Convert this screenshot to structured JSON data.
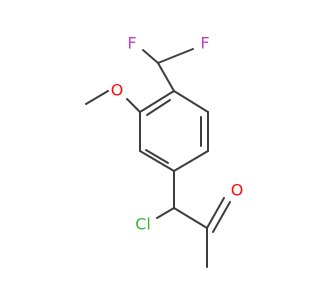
{
  "molecule": {
    "atoms": {
      "f_left": "F",
      "f_right": "F",
      "o_methoxy": "O",
      "cl": "Cl",
      "o_carbonyl": "O"
    },
    "colors": {
      "bond": "#3d3d3d",
      "fluorine": "#c040c0",
      "oxygen": "#ff0d0d",
      "chlorine": "#3cb43c",
      "background": "#ffffff"
    }
  }
}
